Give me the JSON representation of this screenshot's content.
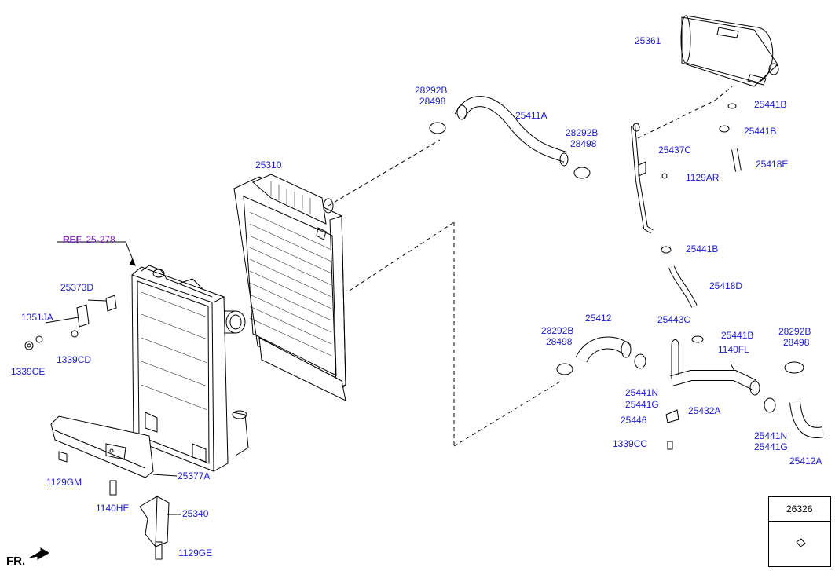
{
  "diagram": {
    "ref_prefix": "REF.",
    "ref_number": "25-278",
    "direction_label": "FR.",
    "inset_part_number": "26326",
    "callouts": {
      "c25361": "25361",
      "c28292b_top": "28292B",
      "c28498_top": "28498",
      "c25411a": "25411A",
      "c28292b_top2": "28292B",
      "c28498_top2": "28498",
      "c25441b_1": "25441B",
      "c25441b_2": "25441B",
      "c25437c": "25437C",
      "c25418e": "25418E",
      "c1129ar": "1129AR",
      "c25310": "25310",
      "c25441b_3": "25441B",
      "c25418d": "25418D",
      "c25373d": "25373D",
      "c1351ja": "1351JA",
      "c1339cd": "1339CD",
      "c1339ce": "1339CE",
      "c28292b_mid": "28292B",
      "c28498_mid": "28498",
      "c25412": "25412",
      "c25443c": "25443C",
      "c25441b_4": "25441B",
      "c1140fl": "1140FL",
      "c28292b_right": "28292B",
      "c28498_right": "28498",
      "c25441n_1": "25441N",
      "c25441g_1": "25441G",
      "c25432a": "25432A",
      "c25446": "25446",
      "c1339cc": "1339CC",
      "c25441n_2": "25441N",
      "c25441g_2": "25441G",
      "c25412a": "25412A",
      "c1129gm": "1129GM",
      "c25377a": "25377A",
      "c1140he": "1140HE",
      "c25340": "25340",
      "c1129ge": "1129GE"
    }
  }
}
